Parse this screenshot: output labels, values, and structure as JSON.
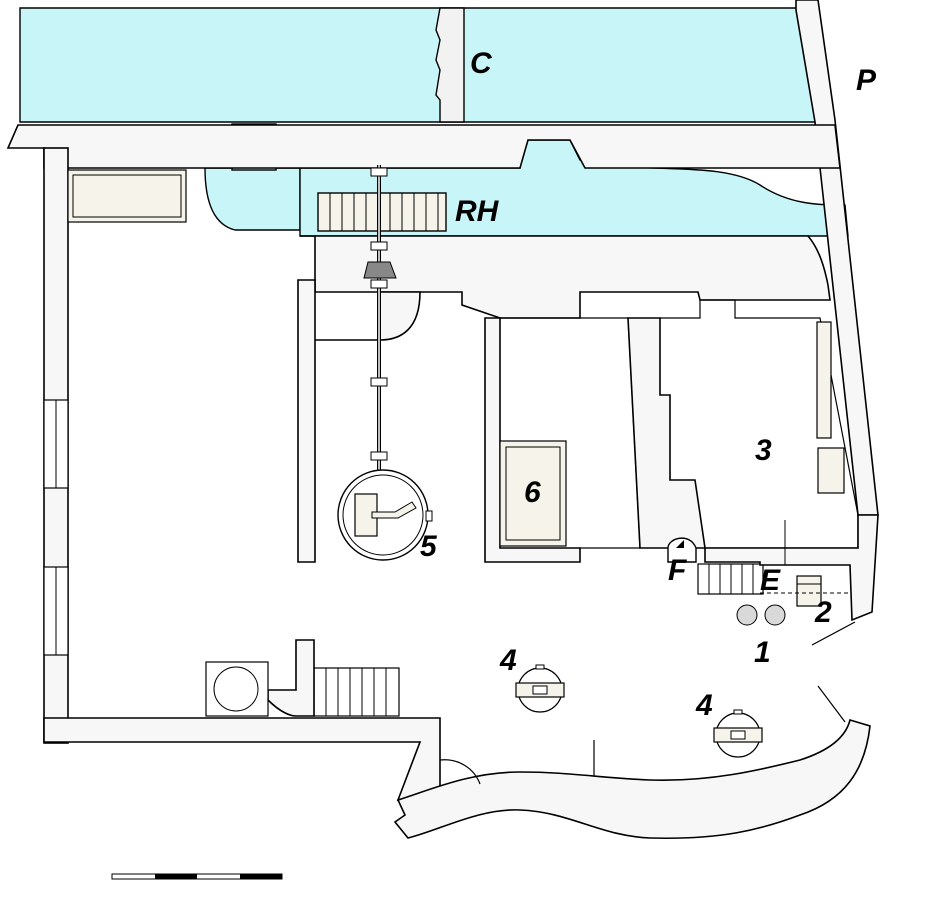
{
  "labels": {
    "canal": "C",
    "path": "P",
    "wheel_house": "RH",
    "room_3": "3",
    "item_6": "6",
    "item_5": "5",
    "item_f": "F",
    "item_e": "E",
    "item_2": "2",
    "item_1": "1",
    "item_4a": "4",
    "item_4b": "4"
  },
  "colors": {
    "water": "#c8f5f8",
    "wall_fill": "#f7f7f7",
    "machine_fill": "#f5f3ea",
    "ink": "#000000"
  }
}
